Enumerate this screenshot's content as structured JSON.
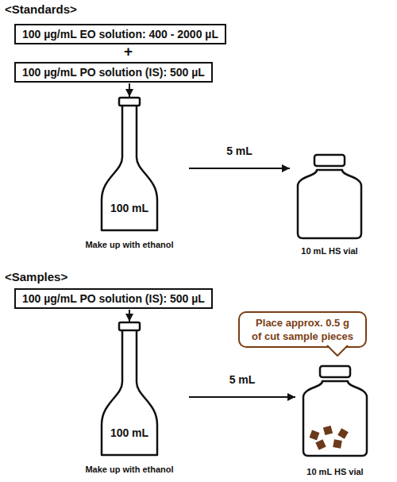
{
  "diagram": {
    "nodes": [
      {
        "text": [
          "100 µg/mL EO solution: 400 - 2000 µL"
        ]
      },
      {
        "text": [
          "100 µg/mL PO solution (IS): 500 µL"
        ]
      },
      {
        "text": [
          "100 mL",
          "Make up with ethanol"
        ]
      },
      {
        "text": [
          "10 mL HS vial"
        ]
      },
      {
        "text": [
          "100 µg/mL PO solution (IS): 500 µL"
        ]
      },
      {
        "text": [
          "Place approx. 0.5 g of cut sample pieces"
        ]
      },
      {
        "text": [
          "100 mL",
          "Make up with ethanol"
        ]
      },
      {
        "text": [
          "10 mL HS vial"
        ]
      }
    ],
    "edges": [
      {
        "from": 1,
        "to": 2,
        "arrow": "to"
      },
      {
        "from": 2,
        "to": 3,
        "label": "5 mL",
        "arrow": "to"
      },
      {
        "from": 4,
        "to": 6,
        "arrow": "to"
      },
      {
        "from": 6,
        "to": 7,
        "label": "5 mL",
        "arrow": "to"
      }
    ],
    "labels": [
      "<Standards>",
      "+",
      "<Samples>"
    ]
  }
}
